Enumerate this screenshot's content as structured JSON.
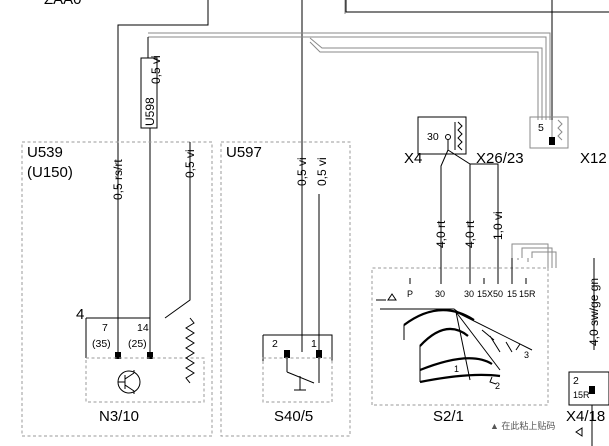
{
  "top_fragment": "ZAA0",
  "modules": [
    {
      "id": "U539",
      "sub": "(U150)"
    },
    {
      "id": "U597"
    }
  ],
  "components": {
    "n3_10": {
      "name": "N3/10",
      "conn": "4",
      "pins": [
        "7",
        "14"
      ],
      "alt_pins": [
        "(35)",
        "(25)"
      ]
    },
    "s40_5": {
      "name": "S40/5",
      "pins": [
        "2",
        "1"
      ]
    },
    "s2_1": {
      "name": "S2/1",
      "terminals": [
        "P",
        "30",
        "30",
        "15X",
        "50",
        "15",
        "15R"
      ],
      "positions": [
        "1",
        "2",
        "3"
      ]
    }
  },
  "connectors": {
    "x4": {
      "name": "X4",
      "pin": "30"
    },
    "x26_23": {
      "name": "X26/23"
    },
    "x12": {
      "name": "X12",
      "pin": "5"
    },
    "x4_18": {
      "name": "X4/18",
      "pin": "2",
      "pin_b": "15R"
    }
  },
  "splice": "U598",
  "wires": {
    "splice_wire": "0,5 vi",
    "u539_a": "0,5 rs/rt",
    "u539_b": "0,5 vi",
    "u597_a": "0,5 vi",
    "u597_b": "0,5 vi",
    "s2_a": "4,0 rt",
    "s2_b": "4,0 rt",
    "s2_c": "1,0 vi",
    "s2_d": "4,0 sw/ge gn"
  },
  "watermark": "▲ 在此粘上贴码"
}
